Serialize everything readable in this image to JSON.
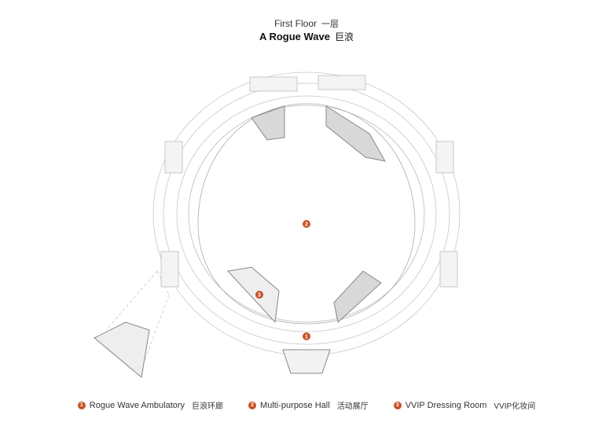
{
  "header": {
    "floor": "First Floor",
    "floor_cn": "一层",
    "project": "A Rogue Wave",
    "project_cn": "巨浪"
  },
  "markers": [
    "1",
    "2",
    "3"
  ],
  "legend": [
    {
      "num": "1",
      "label": "Rogue Wave Ambulatory",
      "label_cn": "巨浪环廊"
    },
    {
      "num": "2",
      "label": "Multi-purpose Hall",
      "label_cn": "活动展厅"
    },
    {
      "num": "3",
      "label": "VVIP Dressing Room",
      "label_cn": "VVIP化妆间"
    }
  ],
  "colors": {
    "accent": "#c8512a",
    "wall": "#9a9a9a",
    "line": "#c8c8c8"
  }
}
